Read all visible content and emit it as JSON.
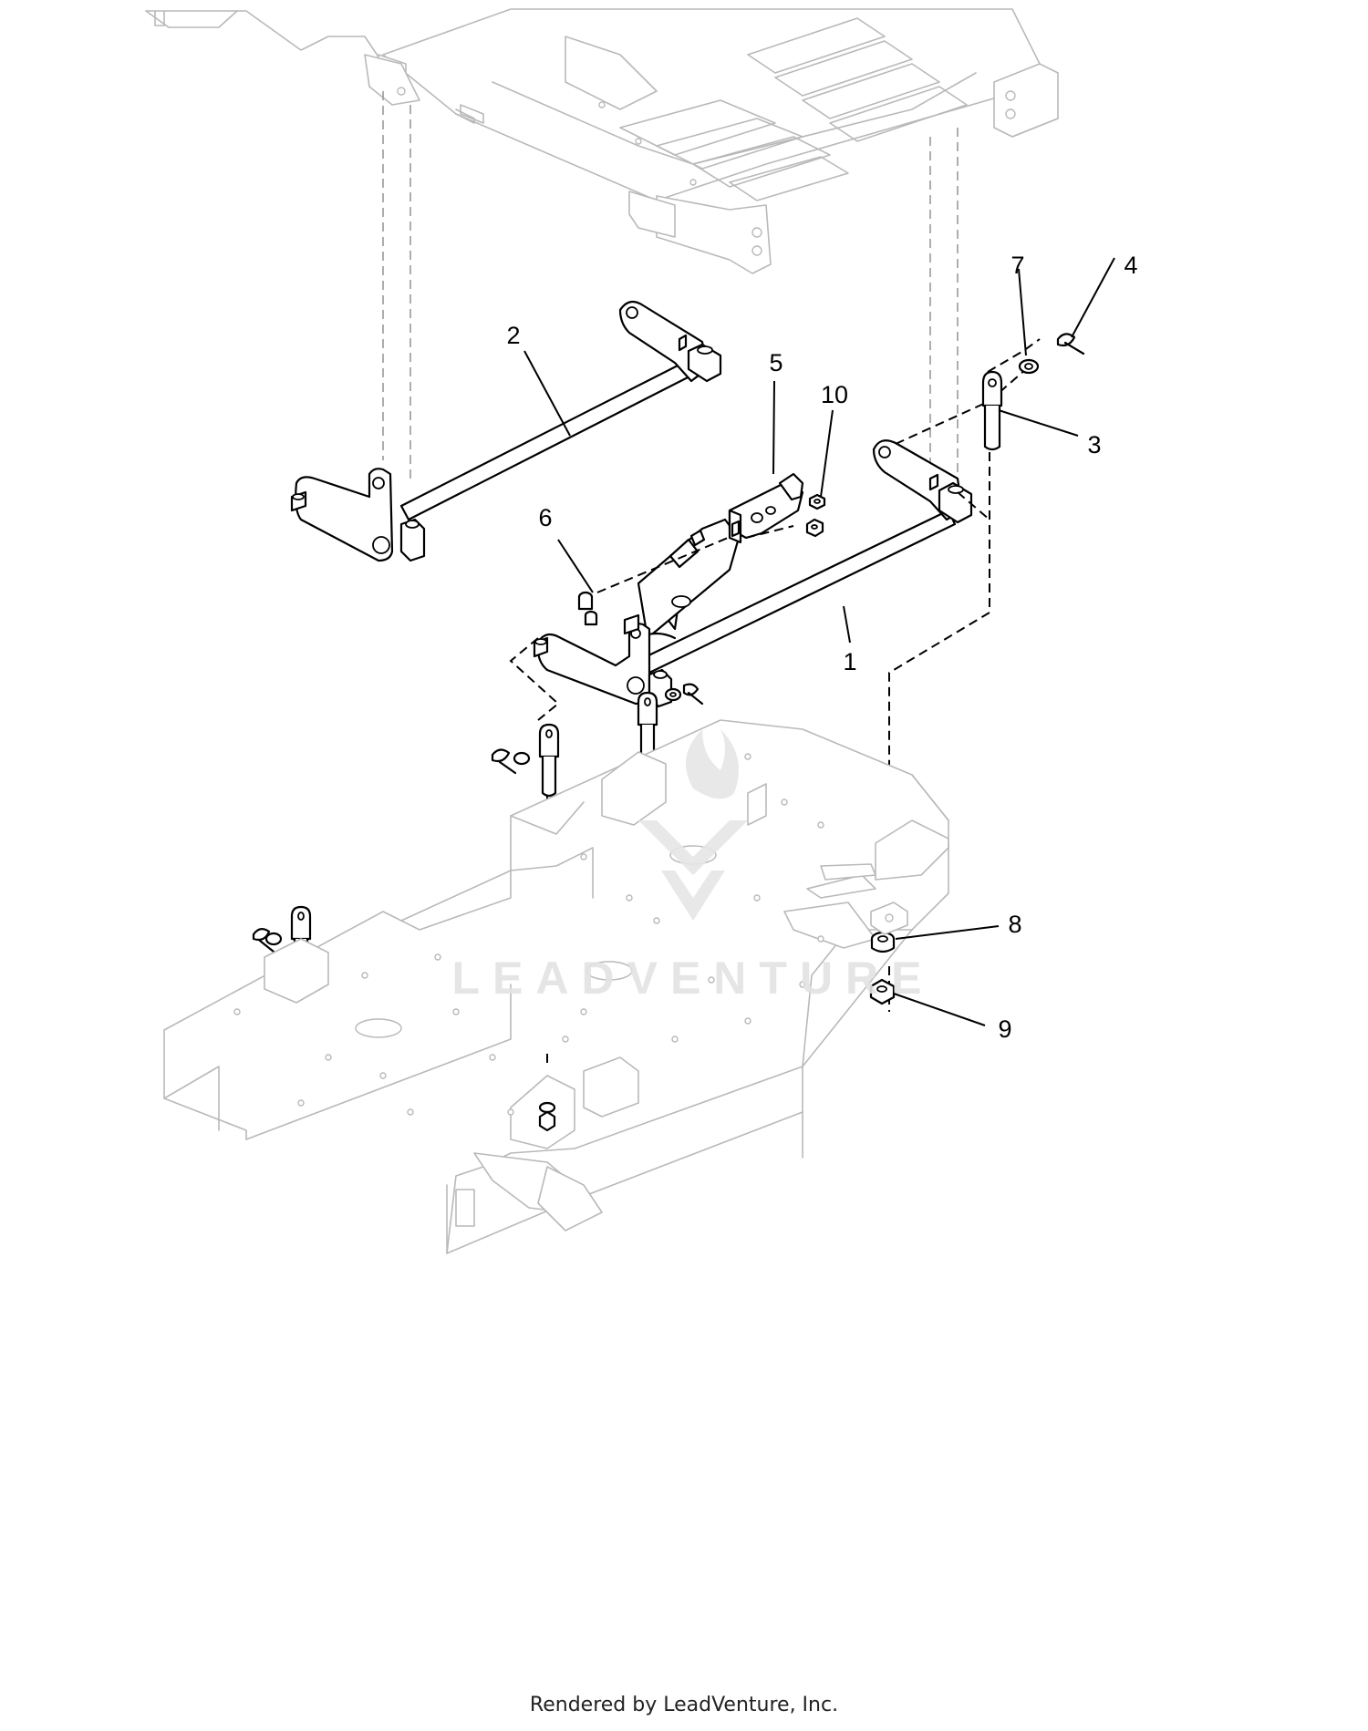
{
  "callouts": [
    {
      "id": "1",
      "label": "1"
    },
    {
      "id": "2",
      "label": "2"
    },
    {
      "id": "3",
      "label": "3"
    },
    {
      "id": "4",
      "label": "4"
    },
    {
      "id": "5",
      "label": "5"
    },
    {
      "id": "6",
      "label": "6"
    },
    {
      "id": "7",
      "label": "7"
    },
    {
      "id": "8",
      "label": "8"
    },
    {
      "id": "9",
      "label": "9"
    },
    {
      "id": "10",
      "label": "10"
    }
  ],
  "watermark": {
    "text": "LEADVENTURE"
  },
  "footer": {
    "text": "Rendered by LeadVenture, Inc."
  },
  "colors": {
    "part_stroke": "#000000",
    "ghost_stroke": "#b9b9b9",
    "watermark": "#e3e3e3"
  }
}
